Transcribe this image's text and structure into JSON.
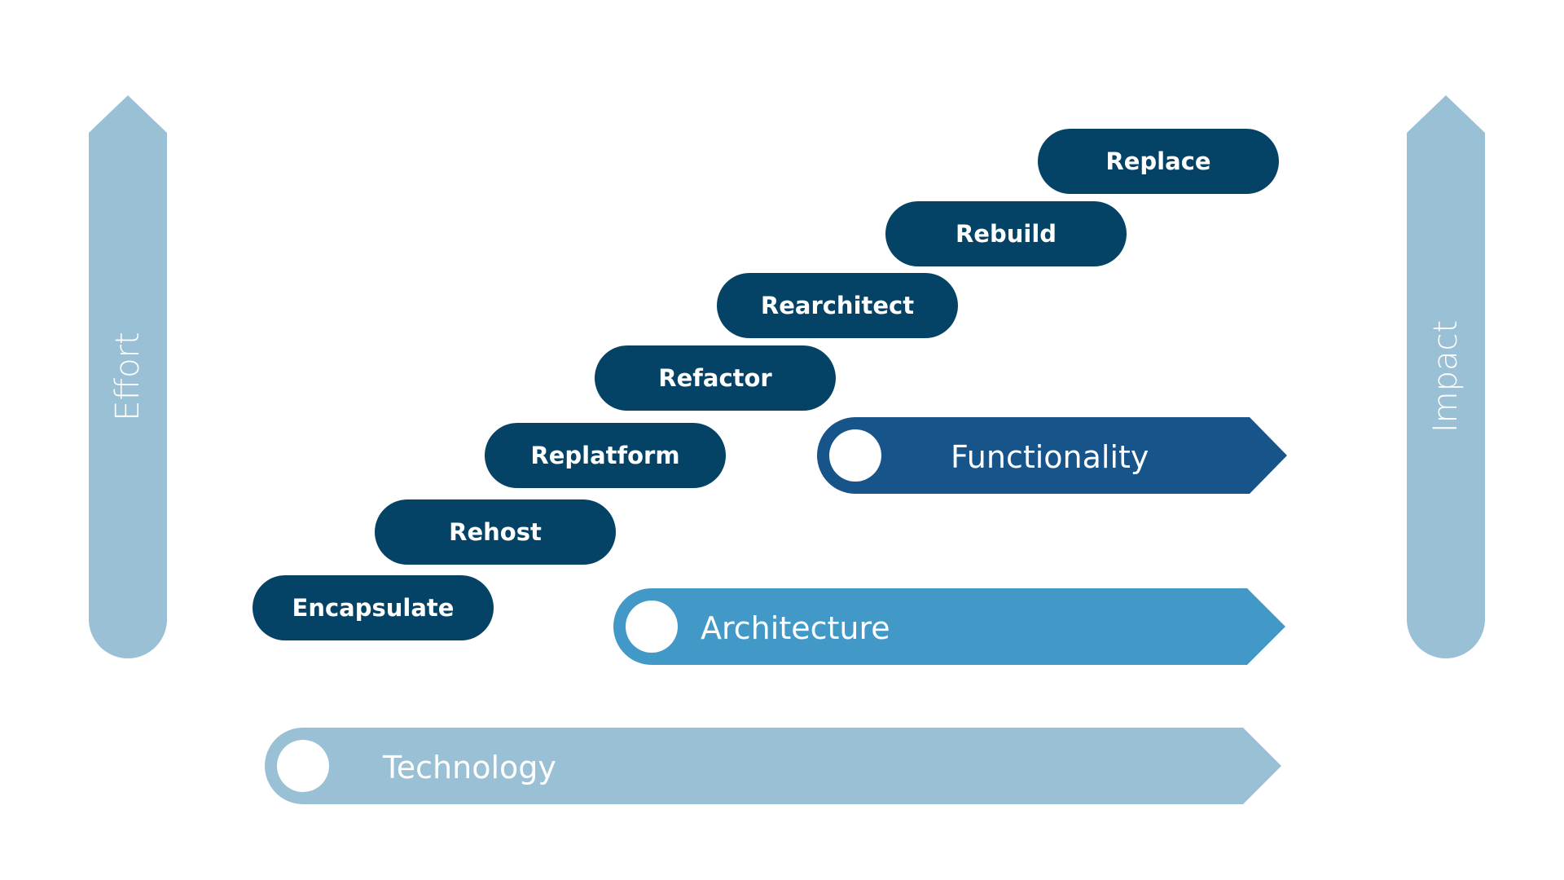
{
  "colors": {
    "light": "#99c0d5",
    "medium": "#4299c8",
    "strong": "#17548a",
    "dark": "#054366",
    "white": "#ffffff"
  },
  "axes": {
    "left_label": "Effort",
    "right_label": "Impact"
  },
  "steps": [
    {
      "label": "Encapsulate"
    },
    {
      "label": "Rehost"
    },
    {
      "label": "Replatform"
    },
    {
      "label": "Refactor"
    },
    {
      "label": "Rearchitect"
    },
    {
      "label": "Rebuild"
    },
    {
      "label": "Replace"
    }
  ],
  "layers": [
    {
      "label": "Functionality"
    },
    {
      "label": "Architecture"
    },
    {
      "label": "Technology"
    }
  ]
}
